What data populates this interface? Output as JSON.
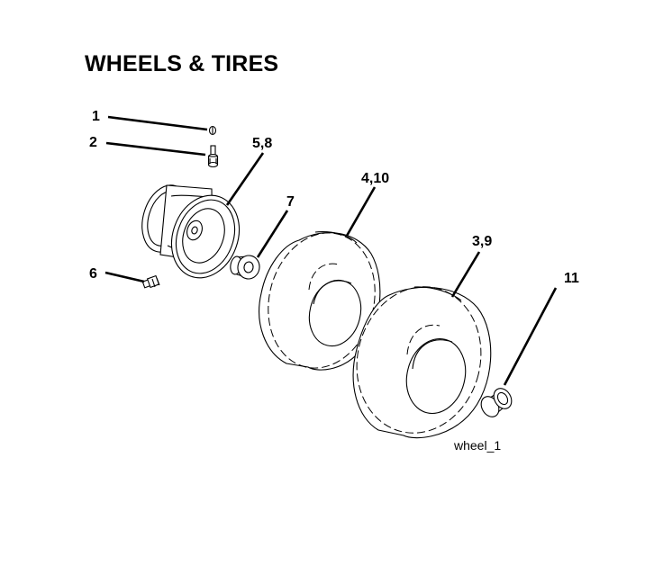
{
  "title": "WHEELS & TIRES",
  "callouts": {
    "c1": "1",
    "c2": "2",
    "c58": "5,8",
    "c7": "7",
    "c410": "4,10",
    "c39": "3,9",
    "c6": "6",
    "c11": "11"
  },
  "reference": "wheel_1"
}
